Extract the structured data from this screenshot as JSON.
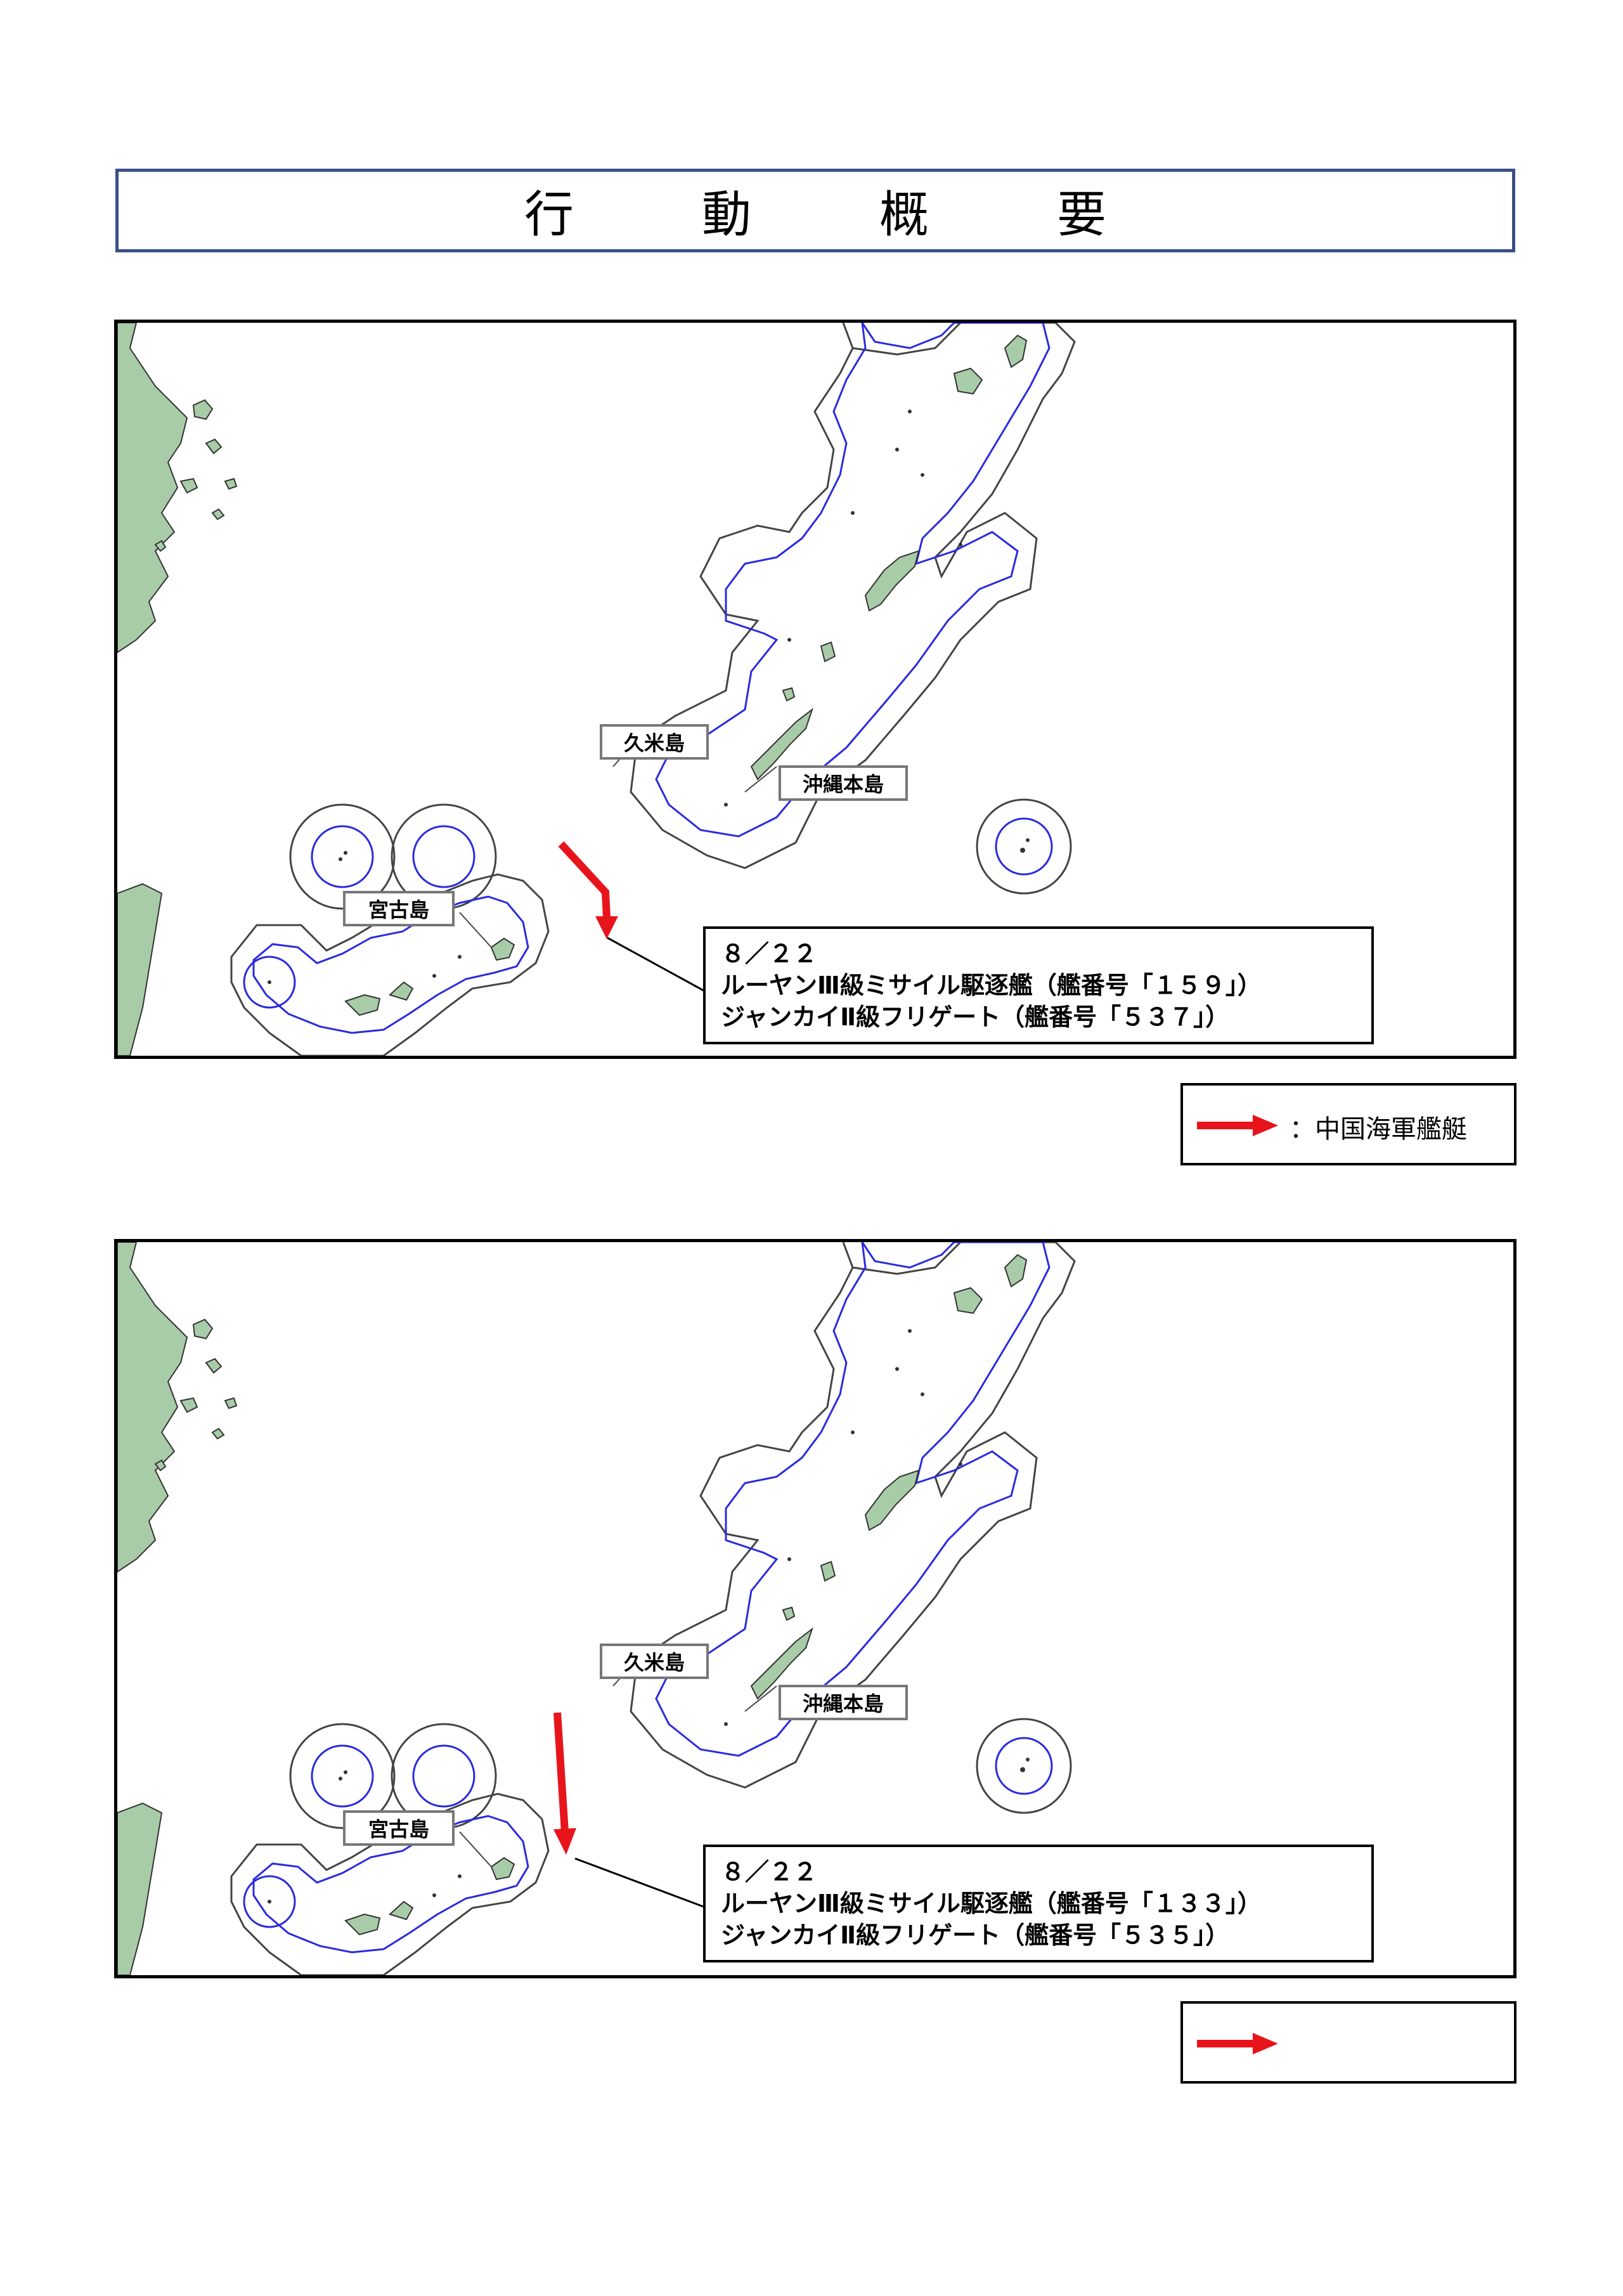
{
  "title": "行　動　概　要",
  "colors": {
    "land": "#a8cca8",
    "territorial_line": "#2a2ae0",
    "outer_line": "#444444",
    "arrow": "#e8141c",
    "frame": "#3a4f86"
  },
  "place_labels": {
    "kume": "久米島",
    "okinawa": "沖縄本島",
    "miyako": "宮古島"
  },
  "maps": [
    {
      "date": "８／２２",
      "ship1": "ルーヤンⅢ級ミサイル駆逐艦（艦番号「１５９」）",
      "ship2": "ジャンカイⅡ級フリゲート（艦番号「５３７」）"
    },
    {
      "date": "８／２２",
      "ship1": "ルーヤンⅢ級ミサイル駆逐艦（艦番号「１３３」）",
      "ship2": "ジャンカイⅡ級フリゲート（艦番号「５３５」）"
    }
  ],
  "legend": [
    {
      "arrow_icon": "red-arrow-icon",
      "label": "：中国海軍艦艇"
    },
    {
      "arrow_icon": "red-arrow-icon",
      "label": ""
    }
  ]
}
